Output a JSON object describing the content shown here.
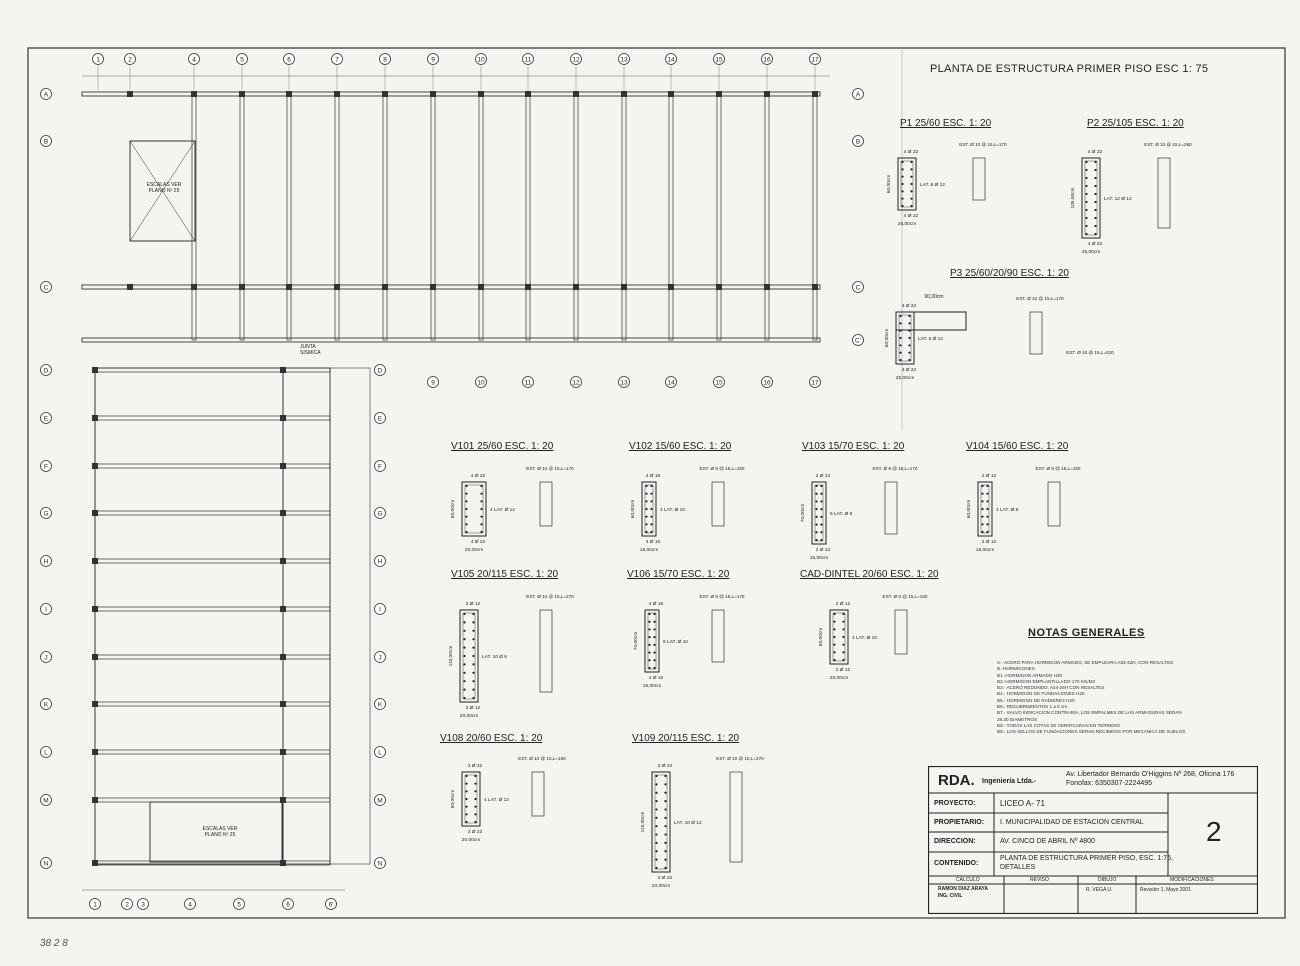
{
  "sheet_title": "PLANTA DE ESTRUCTURA PRIMER PISO   ESC 1: 75",
  "top_axes": [
    "1",
    "2",
    "4",
    "5",
    "6",
    "7",
    "8",
    "9",
    "10",
    "11",
    "12",
    "13",
    "14",
    "15",
    "16",
    "17"
  ],
  "bottom_axes_right": [
    "9",
    "10",
    "11",
    "12",
    "13",
    "14",
    "15",
    "16",
    "17"
  ],
  "bottom_axes_left": [
    "1",
    "2",
    "3",
    "4",
    "5",
    "6",
    "6'"
  ],
  "left_axes": [
    "A",
    "B",
    "C",
    "D",
    "E",
    "F",
    "G",
    "H",
    "I",
    "J",
    "K",
    "L",
    "M",
    "N"
  ],
  "plan_labels": {
    "stair_top": "ESCALAS VER PLANO Nº 25",
    "stair_bottom": "ESCALAS VER PLANO Nº 25",
    "junta": "JUNTA SISMICA"
  },
  "sections": [
    {
      "title": "P1  25/60   ESC. 1: 20",
      "est": "EST. Ø 10 @ 15,L=170",
      "lat": "LAT. 6 Ø 12",
      "top": "4 Ø 22",
      "bot": "4 Ø 22",
      "w": "25,00cm",
      "h": "60,00cm"
    },
    {
      "title": "P2  25/105   ESC. 1: 20",
      "est": "EST. Ø 10 @ 15,L=260",
      "lat": "LAT. 12 Ø 12",
      "top": "4 Ø 22",
      "bot": "4 Ø 22",
      "w": "25,00cm",
      "h": "105,00cm"
    },
    {
      "title": "P3  25/60/20/90   ESC. 1: 20",
      "est": "EST. Ø 10 @ 15,L=170",
      "est2": "EST. Ø 10 @ 15,L=220",
      "lat": "LAT. 6 Ø 12",
      "top": "4 Ø 22",
      "bot": "4 Ø 22",
      "w": "25,00cm",
      "h": "60,00cm",
      "w2": "90,00cm"
    },
    {
      "title": "V101  25/60   ESC. 1: 20",
      "est": "EST. Ø 10 @ 15,L=170",
      "lat": "4 LAT. Ø 12",
      "top": "4 Ø 22",
      "bot": "4 Ø 22",
      "w": "25,00cm",
      "h": "60,00cm"
    },
    {
      "title": "V102  15/60   ESC. 1: 20",
      "est": "EST. Ø 8 @ 15,L=150",
      "lat": "4 LAT. Ø 10",
      "top": "4 Ø 16",
      "bot": "4 Ø 16",
      "w": "15,00cm",
      "h": "60,00cm"
    },
    {
      "title": "V103  15/70   ESC. 1: 20",
      "est": "EST. Ø 8 @ 15,L=170",
      "lat": "6 LAT. Ø 8",
      "top": "2 Ø 12",
      "bot": "2 Ø 12",
      "w": "15,00cm",
      "h": "70,00cm"
    },
    {
      "title": "V104  15/60   ESC. 1: 20",
      "est": "EST. Ø 8 @ 15,L=150",
      "lat": "4 LAT. Ø 8",
      "top": "2 Ø 12",
      "bot": "2 Ø 12",
      "w": "15,00cm",
      "h": "60,00cm"
    },
    {
      "title": "V105  20/115   ESC. 1: 20",
      "est": "EST. Ø 10 @ 15,L=270",
      "lat": "LAT. 10 Ø 8",
      "top": "2 Ø 12",
      "bot": "2 Ø 12",
      "w": "20,00cm",
      "h": "115,00cm"
    },
    {
      "title": "V106  15/70   ESC. 1: 20",
      "est": "EST. Ø 8 @ 15,L=170",
      "lat": "6 LAT. Ø 10",
      "top": "4 Ø 16",
      "bot": "4 Ø 16",
      "w": "15,00cm",
      "h": "70,00cm"
    },
    {
      "title": "CAD-DINTEL  20/60   ESC. 1: 20",
      "est": "EST. Ø 8 @ 15,L=160",
      "lat": "4 LAT. Ø 10",
      "top": "2 Ø 12",
      "bot": "2 Ø 12",
      "w": "20,00cm",
      "h": "60,00cm"
    },
    {
      "title": "V108  20/60   ESC. 1: 20",
      "est": "EST. Ø 10 @ 15,L=160",
      "lat": "4 LAT. Ø 12",
      "top": "3 Ø 22",
      "bot": "3 Ø 22",
      "w": "20,00cm",
      "h": "60,00cm"
    },
    {
      "title": "V109  20/115   ESC. 1: 20",
      "est": "EST. Ø 10 @ 15,L=270",
      "lat": "LAT. 10 Ø 12",
      "top": "3 Ø 22",
      "bot": "3 Ø 22",
      "w": "20,00cm",
      "h": "115,00cm"
    }
  ],
  "notes_title": "NOTAS GENERALES",
  "notes": [
    "A.- ACERO PARA HORMIGON ARMADO, SE EMPLEARA A63-42H, CON RESALTES",
    "B.-HORMIGONES",
    "B1.-HORMIGON ARMADO H30",
    "B2.-HORMIGON EMPLANTILLADO 170 KG/M3",
    "B3.- ACERO REDONDO, A44-28H CON RESALTES",
    "B4.- HORMIGON DE FUNDACIONES      H20",
    "B5.- HORMIGON DE RADIERES           H20",
    "B6.- RECUBRIMIENTOS                      1 a 5 cm",
    "B7.- SALVO INDICACION CONTRARIA, LOS EMPALMES DE LAS ARMADURAS SERAN",
    "28.30 DIAMETROS",
    "B8.- TODAS LAS COTAS SE VERIFICARAN EN TERRENO",
    "B9.- LOS SELLOS DE FUNDACIONES SERAN RECIBIDOS POR MECANICA DE SUELOS"
  ],
  "title_block": {
    "company": "RDA.",
    "company_suffix": "Ingeniería Ltda.-",
    "address": "Av. Libertador Bernardo O'Higgins Nº 268, Oficina 176",
    "phones": "Fonofax: 6350307-2224495",
    "proyecto_label": "PROYECTO:",
    "proyecto": "LICEO A- 71",
    "propietario_label": "PROPIETARIO:",
    "propietario": "I. MUNICIPALIDAD DE ESTACION CENTRAL",
    "direccion_label": "DIRECCION:",
    "direccion": "AV. CINCO DE ABRIL  Nº 4800",
    "contenido_label": "CONTENIDO:",
    "contenido_1": "PLANTA DE ESTRUCTURA PRIMER PISO, ESC. 1:75,",
    "contenido_2": "DETALLES",
    "sheet_no": "2",
    "col_calculo": "CALCULO",
    "col_revisado": "REVISO",
    "col_dibujo": "DIBUJO",
    "col_modif": "MODIFICACIONES",
    "calculista_1": "RAMON DIAZ ARAYA",
    "calculista_2": "ING. CIVIL",
    "dibujante": "R. VEGA U.",
    "revision": "Revisión 1, Mayo 2001"
  },
  "page_code": "38 2 8"
}
